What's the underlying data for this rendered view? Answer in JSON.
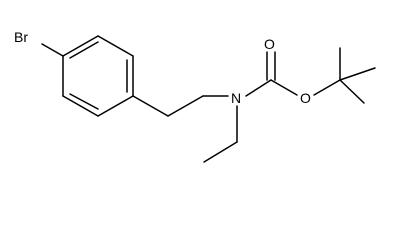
{
  "molecule": {
    "atoms": {
      "bromine": "Br",
      "nitrogen": "N",
      "carbonyl_oxygen": "O",
      "ester_oxygen": "O"
    },
    "colors": {
      "bond": "#000000",
      "label": "#000000",
      "background": "#ffffff"
    }
  }
}
